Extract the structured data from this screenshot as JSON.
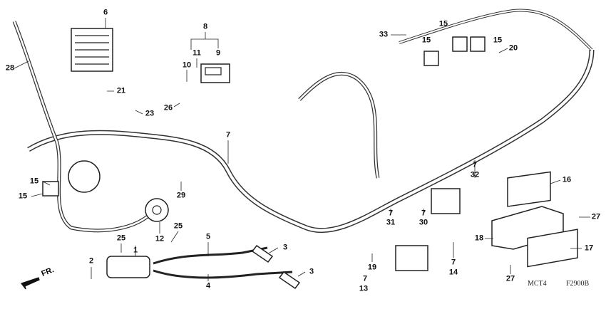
{
  "diagram": {
    "callouts": [
      "6",
      "28",
      "21",
      "23",
      "8",
      "11",
      "9",
      "10",
      "26",
      "7",
      "15",
      "15",
      "29",
      "12",
      "25",
      "25",
      "1",
      "2",
      "5",
      "3",
      "3",
      "4",
      "19",
      "7",
      "13",
      "7",
      "31",
      "7",
      "30",
      "7",
      "14",
      "7",
      "32",
      "16",
      "27",
      "18",
      "17",
      "27",
      "33",
      "15",
      "15",
      "15",
      "20"
    ],
    "front_arrow_label": "FR.",
    "model_code": "MCT4",
    "figure_code": "F2900B"
  }
}
